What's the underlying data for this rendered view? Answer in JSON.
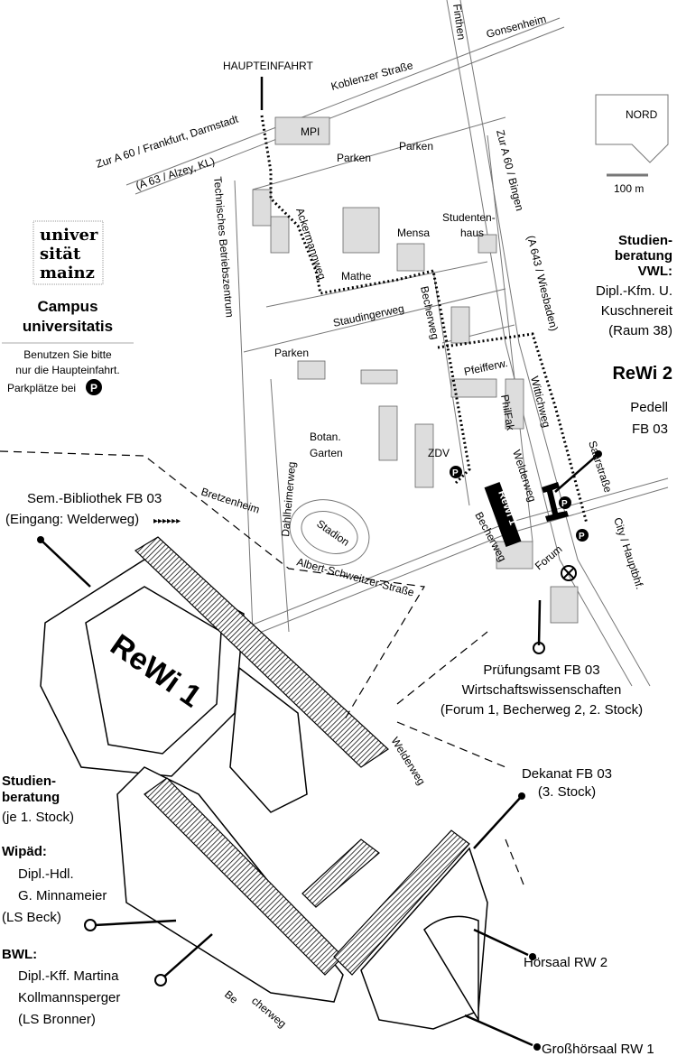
{
  "logo": {
    "lines": [
      "univer",
      "sität",
      "mainz"
    ]
  },
  "legend": {
    "title1": "Campus",
    "title2": "universitatis",
    "note1": "Benutzen Sie bitte",
    "note2": "nur die Haupteinfahrt.",
    "parking": "Parkplätze bei",
    "parking_symbol": "P"
  },
  "compass": {
    "label": "NORD",
    "scale": "100 m"
  },
  "roads": {
    "finthen": "Finthen",
    "gonsenheim": "Gonsenheim",
    "haupteinfahrt": "HAUPTEINFAHRT",
    "koblenzer": "Koblenzer Straße",
    "a60_frankfurt": "Zur A 60 / Frankfurt, Darmstadt",
    "a63": "(A 63 / Alzey, KL)",
    "tech": "Technisches Betriebszentrum",
    "ackermann": "Ackermannweg",
    "staudinger": "Staudingerweg",
    "becherweg": "Becherweg",
    "a60_bingen": "Zur A 60 / Bingen",
    "a643": "(A 643 / Wiesbaden)",
    "pfeiffer": "Pfeifferw.",
    "wittich": "Wittichweg",
    "welder": "Welderweg",
    "saar": "Saarstraße",
    "city": "City / Hauptbhf.",
    "dahlheimer": "Dahlheimerweg",
    "bretzenheim": "Bretzenheim",
    "albert": "Albert-Schweitzer-Straße",
    "becherweg2": "Becherweg",
    "welder2": "Welderweg",
    "becherweg3a": "Be",
    "becherweg3b": "cherweg"
  },
  "places": {
    "mpi": "MPI",
    "parken1": "Parken",
    "parken2": "Parken",
    "parken3": "Parken",
    "mensa": "Mensa",
    "studenten1": "Studenten-",
    "studenten2": "haus",
    "mathe": "Mathe",
    "philfak": "PhilFak",
    "zdv": "ZDV",
    "botan1": "Botan.",
    "botan2": "Garten",
    "stadion": "Stadion",
    "forum": "Forum",
    "rewi1_small": "ReWi 1",
    "rewi1_big": "ReWi 1"
  },
  "vwl": {
    "h1": "Studien-",
    "h2": "beratung",
    "h3": "VWL:",
    "l1": "Dipl.-Kfm. U.",
    "l2": "Kuschnereit",
    "l3": "(Raum 38)"
  },
  "rewi2": {
    "title": "ReWi 2",
    "l1": "Pedell",
    "l2": "FB 03"
  },
  "pruefung": {
    "l1": "Prüfungsamt FB 03",
    "l2": "Wirtschaftswissenschaften",
    "l3": "(Forum 1, Becherweg 2, 2. Stock)"
  },
  "bib": {
    "l1": "Sem.-Bibliothek FB 03",
    "l2": "(Eingang: Welderweg)"
  },
  "dekanat": {
    "l1": "Dekanat FB 03",
    "l2": "(3. Stock)"
  },
  "studienberatung": {
    "h1": "Studien-",
    "h2": "beratung",
    "h3": "(je 1. Stock)",
    "wipaed": "Wipäd:",
    "w1": "Dipl.-Hdl.",
    "w2": "G. Minnameier",
    "w3": "(LS Beck)",
    "bwl": "BWL:",
    "b1": "Dipl.-Kff. Martina",
    "b2": "Kollmannsperger",
    "b3": "(LS Bronner)"
  },
  "hoersaal": {
    "rw2": "Hörsaal  RW 2",
    "rw1": "Großhörsaal  RW 1"
  }
}
